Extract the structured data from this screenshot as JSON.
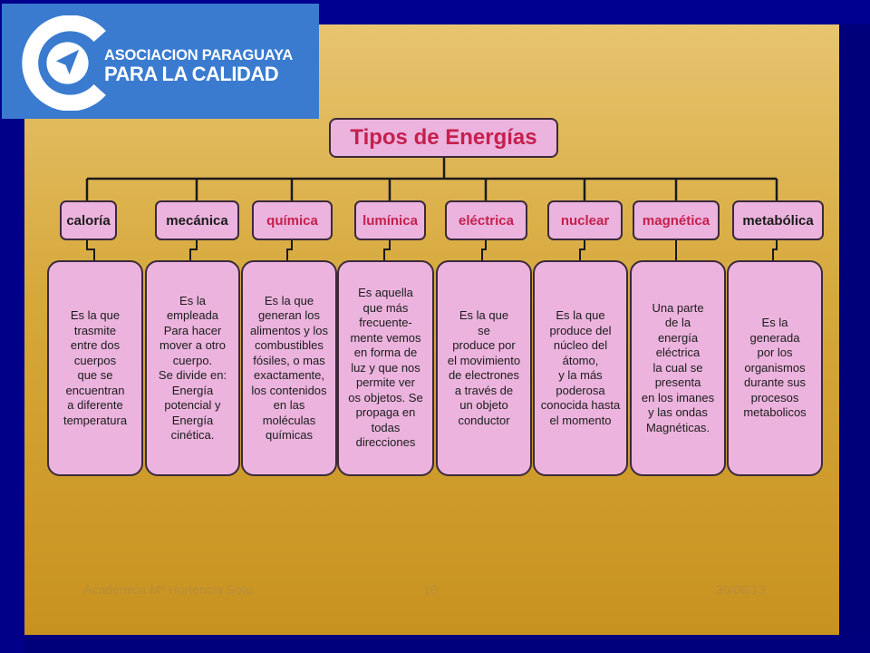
{
  "logo": {
    "line1": "ASOCIACION PARAGUAYA",
    "line2": "PARA LA CALIDAD",
    "icon": "paper-plane-in-ring-icon"
  },
  "diagram": {
    "title": "Tipos de Energías",
    "categories": [
      {
        "label": "caloría",
        "description": "Es la que\ntrasmite\nentre dos\ncuerpos\nque se\nencuentran\na diferente\ntemperatura"
      },
      {
        "label": "mecánica",
        "description": "Es la\nempleada\nPara hacer\nmover a otro\ncuerpo.\nSe divide en:\nEnergía\npotencial y\nEnergía\ncinética."
      },
      {
        "label": "química",
        "description": "Es la que\ngeneran los\nalimentos y los\ncombustibles\nfósiles, o mas\nexactamente,\nlos contenidos\nen las\nmoléculas\nquímicas"
      },
      {
        "label": "lumínica",
        "description": "Es aquella\nque más\nfrecuente-\nmente vemos\nen forma de\nluz y que nos\npermite ver\nos objetos. Se\npropaga en\ntodas\ndirecciones"
      },
      {
        "label": "eléctrica",
        "description": "Es la que\nse\nproduce por\nel movimiento\nde electrones\na través de\nun objeto\nconductor"
      },
      {
        "label": "nuclear",
        "description": "Es la que\nproduce del\nnúcleo del\nátomo,\ny la más\npoderosa\nconocida hasta\nel momento"
      },
      {
        "label": "magnética",
        "description": "Una parte\nde la\nenergía\neléctrica\nla cual se\npresenta\nen los imanes\ny las ondas\nMagnéticas."
      },
      {
        "label": "metabólica",
        "description": "Es la\ngenerada\npor los\norganismos\ndurante sus\nprocesos\nmetabolicos"
      }
    ]
  },
  "footer": {
    "author": "Academica Mª Hortencia Soto",
    "page": "10",
    "date": "30/08/13"
  },
  "colors": {
    "box_fill": "#ebb3dd",
    "title_text": "#c5204e",
    "accent_label": "#c5204e",
    "slide_background": "#d6a83a",
    "frame": "#00007a",
    "logo_background": "#3a7bd0"
  }
}
